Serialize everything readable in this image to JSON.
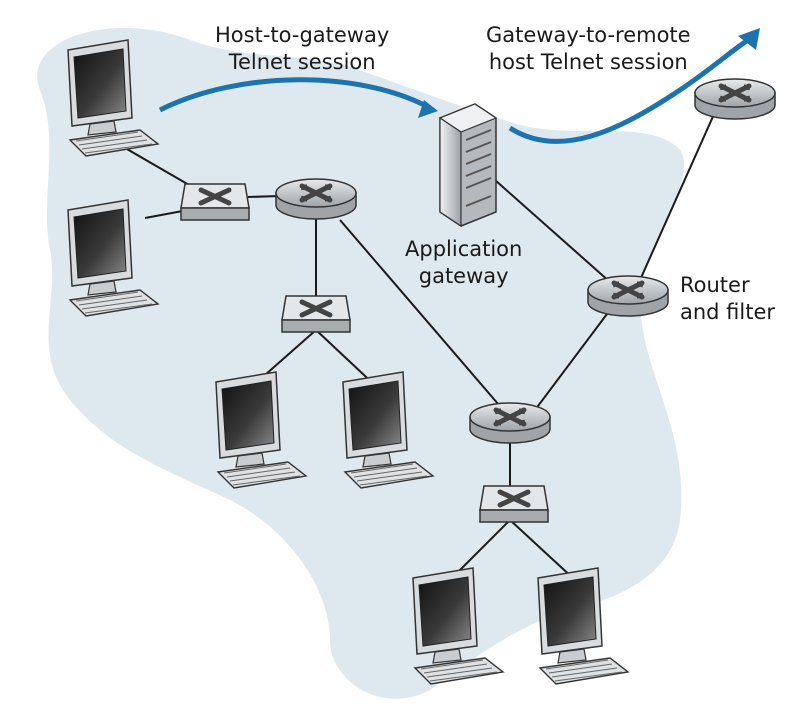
{
  "labels": {
    "host_to_gateway": [
      "Host-to-gateway",
      "Telnet session"
    ],
    "gateway_to_remote": [
      "Gateway-to-remote",
      "host Telnet session"
    ],
    "application_gateway": [
      "Application",
      "gateway"
    ],
    "router_filter": [
      "Router",
      "and filter"
    ]
  },
  "colors": {
    "network_region": "#dde8ef",
    "session_arrow": "#1d73ad",
    "link": "#1a1a1a",
    "device_body": "#cfd3d6",
    "screen": "#2a2a2a"
  },
  "icons": {
    "host": "desktop-computer-icon",
    "router": "router-icon",
    "switch": "switch-icon",
    "gateway": "server-icon"
  }
}
